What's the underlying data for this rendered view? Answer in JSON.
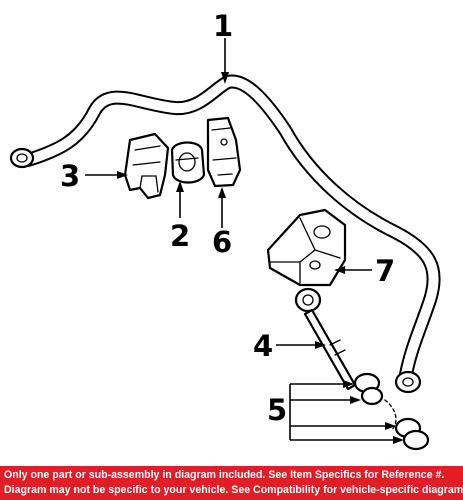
{
  "callouts": [
    "1",
    "2",
    "3",
    "4",
    "5",
    "6",
    "7"
  ],
  "footer": {
    "line1": "Only one part or sub-assembly in diagram included. See Item Specifics for Reference #.",
    "line2": "Diagram may not be specific to your vehicle. See Compatibility for vehicle-specific diagrams."
  }
}
